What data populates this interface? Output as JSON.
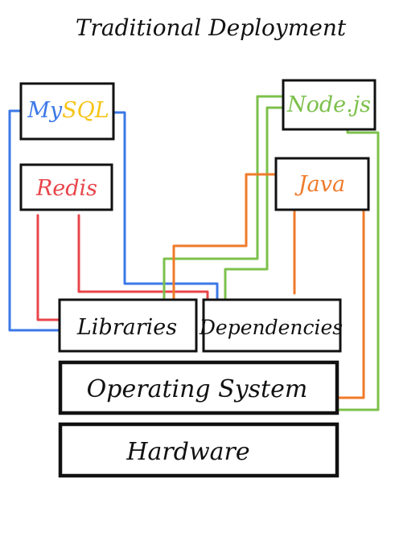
{
  "title": "Traditional Deployment",
  "colors": {
    "blue": "#3b78e7",
    "red": "#e8454a",
    "orange": "#f07a2a",
    "green": "#7cc04b",
    "yellow": "#f5c518",
    "ink": "#111111"
  },
  "components": {
    "mysql": {
      "part1": "My",
      "part2": "SQL"
    },
    "redis": "Redis",
    "nodejs": "Node.js",
    "java": "Java",
    "libraries": "Libraries",
    "dependencies": "Dependencies",
    "operating_system": "Operating System",
    "hardware": "Hardware"
  }
}
